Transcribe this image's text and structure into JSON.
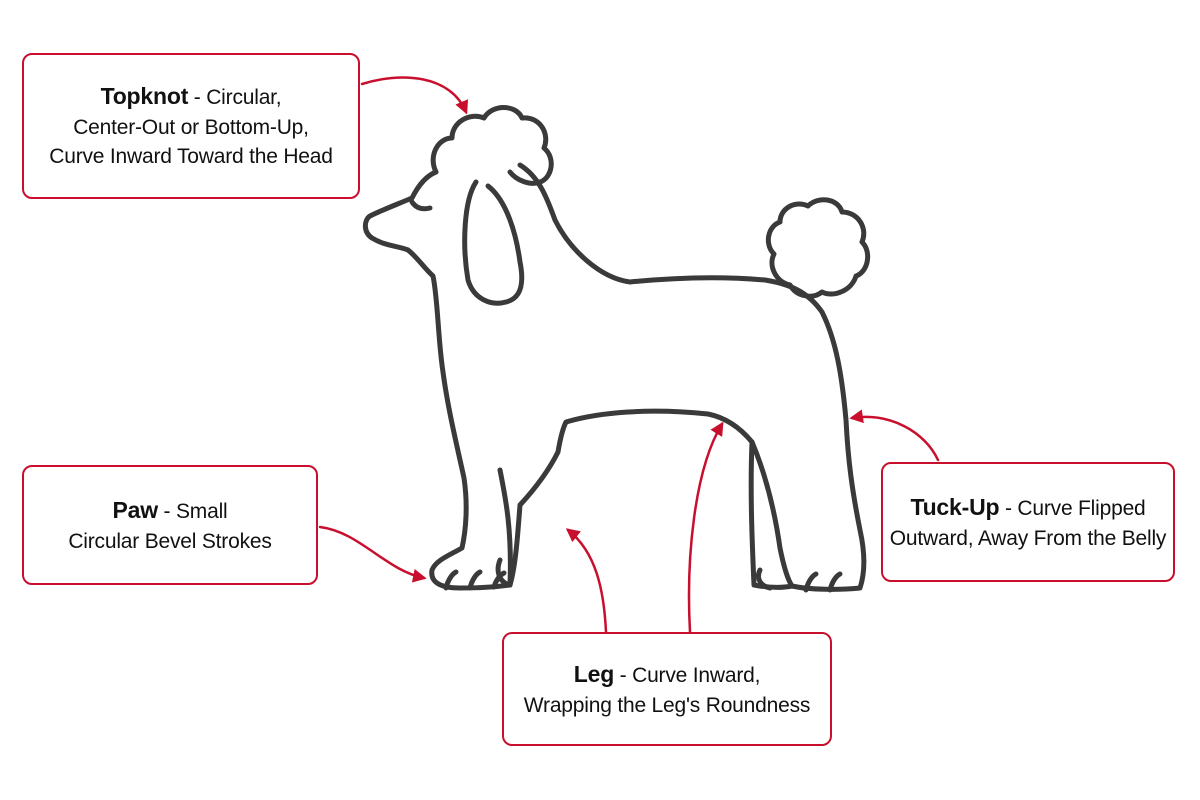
{
  "colors": {
    "accent": "#c8102e",
    "outline": "#3a3a3a",
    "text": "#111111",
    "background": "#ffffff"
  },
  "figure": {
    "subject": "poodle-outline"
  },
  "callouts": {
    "topknot": {
      "term": "Topknot",
      "separator": " - ",
      "lines": [
        "Circular,",
        "Center-Out or Bottom-Up,",
        "Curve Inward Toward the Head"
      ]
    },
    "paw": {
      "term": "Paw",
      "separator": " - ",
      "lines": [
        "Small",
        "Circular Bevel Strokes"
      ]
    },
    "tuckup": {
      "term": "Tuck-Up",
      "separator": " - ",
      "lines": [
        "Curve Flipped",
        "Outward, Away From the Belly"
      ]
    },
    "leg": {
      "term": "Leg",
      "separator": " - ",
      "lines": [
        "Curve Inward,",
        "Wrapping the Leg's Roundness"
      ]
    }
  }
}
